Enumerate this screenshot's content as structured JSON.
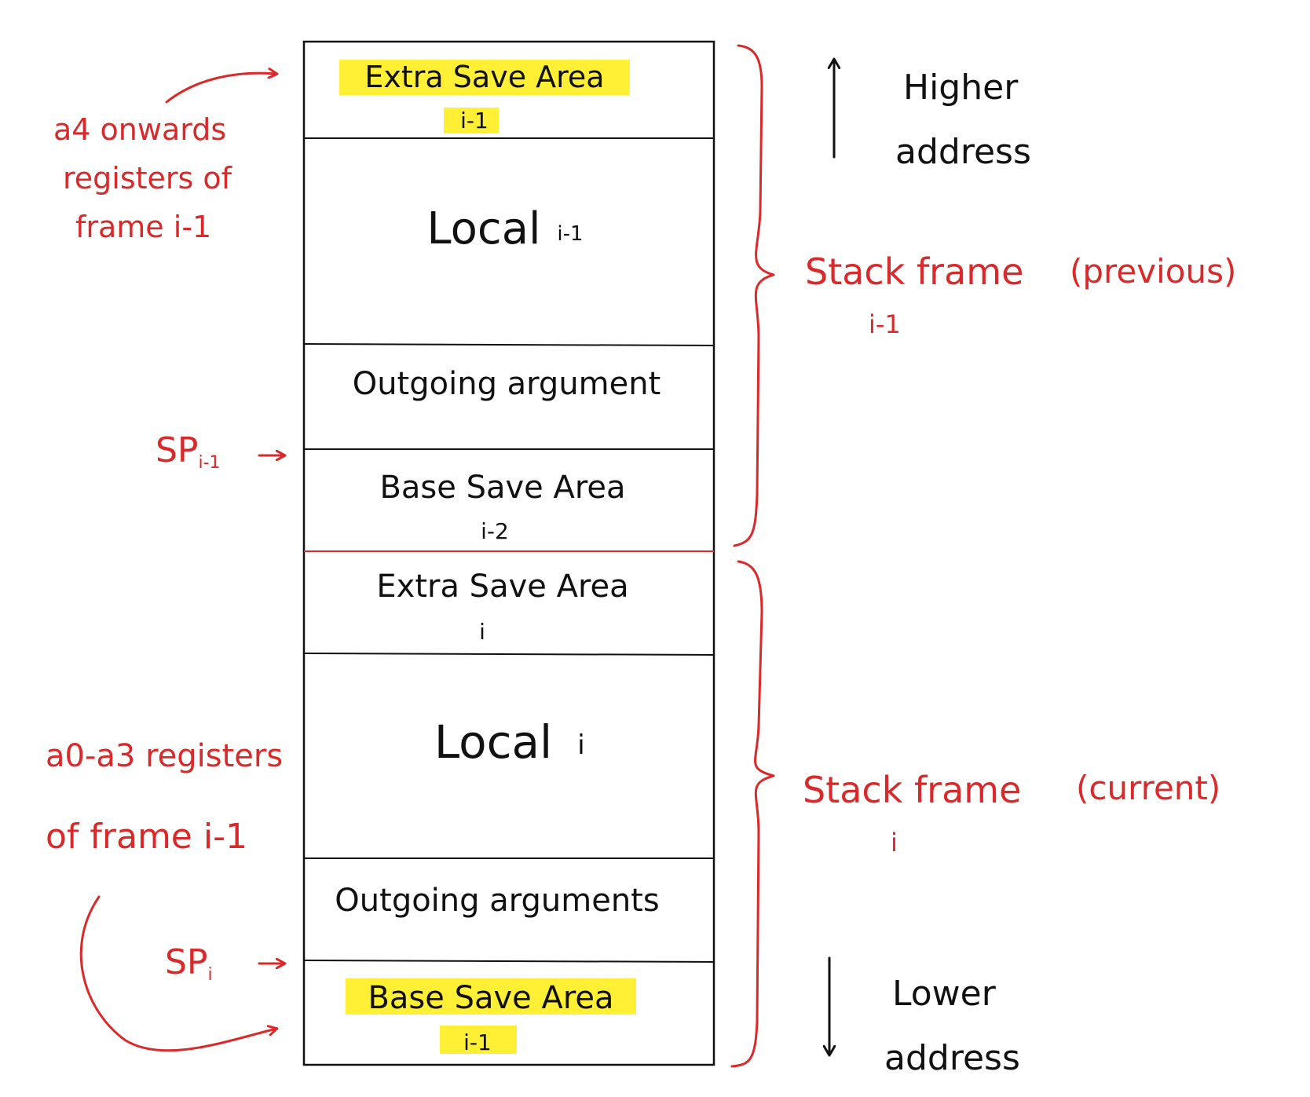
{
  "colors": {
    "ink": "#111111",
    "annotation": "#d9292a",
    "highlight": "#fff036"
  },
  "stack": {
    "cells": [
      {
        "label": "Extra Save Area",
        "sub": "i-1",
        "highlight": true
      },
      {
        "label": "Local",
        "sub": "i-1",
        "highlight": false
      },
      {
        "label": "Outgoing argument",
        "sub": "",
        "highlight": false
      },
      {
        "label": "Base Save Area",
        "sub": "i-2",
        "highlight": false
      },
      {
        "label": "Extra Save Area",
        "sub": "i",
        "highlight": false
      },
      {
        "label": "Local",
        "sub": "i",
        "highlight": false
      },
      {
        "label": "Outgoing arguments",
        "sub": "",
        "highlight": false
      },
      {
        "label": "Base Save Area",
        "sub": "i-1",
        "highlight": true
      }
    ]
  },
  "annotations": {
    "a4_registers": {
      "line1": "a4 onwards",
      "line2": "registers of",
      "line3": "frame i-1"
    },
    "sp_prev": {
      "base": "SP",
      "sub": "i-1"
    },
    "a0_a3_registers": {
      "line1": "a0-a3 registers",
      "line2": "of frame i-1"
    },
    "sp_cur": {
      "base": "SP",
      "sub": "i"
    }
  },
  "frames": {
    "previous": {
      "label": "Stack frame",
      "qualifier": "(previous)",
      "sub": "i-1"
    },
    "current": {
      "label": "Stack frame",
      "qualifier": "(current)",
      "sub": "i"
    }
  },
  "addresses": {
    "higher": {
      "line1": "Higher",
      "line2": "address"
    },
    "lower": {
      "line1": "Lower",
      "line2": "address"
    }
  }
}
